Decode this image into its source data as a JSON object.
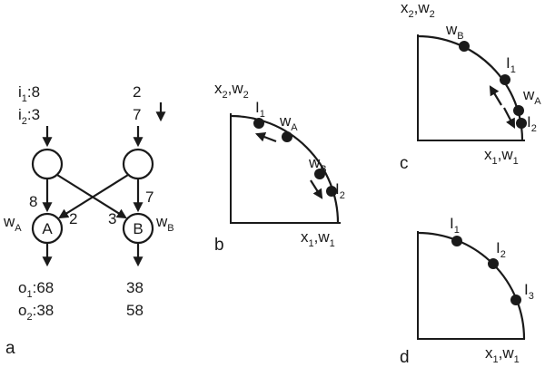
{
  "panels": {
    "a": {
      "letter": "a",
      "input_left": {
        "i1": "i",
        "i1_sub": "1",
        "i1_val": ":8",
        "i2": "i",
        "i2_sub": "2",
        "i2_val": ":3"
      },
      "input_right": {
        "top": "2",
        "bottom": "7"
      },
      "weights_left": {
        "w": "w",
        "w_sub": "A",
        "to_A": "8",
        "cross": "2"
      },
      "weights_right": {
        "w": "w",
        "w_sub": "B",
        "to_B": "7",
        "cross": "3"
      },
      "node_A": "A",
      "node_B": "B",
      "outputs_left": {
        "o1": "o",
        "o1_sub": "1",
        "o1_val": ":68",
        "o2": "o",
        "o2_sub": "2",
        "o2_val": ":38"
      },
      "outputs_right": {
        "top": "38",
        "bottom": "58"
      }
    },
    "b": {
      "letter": "b",
      "y_axis": {
        "x": "x",
        "x_sub": "2",
        "sep": ",",
        "w": "w",
        "w_sub": "2"
      },
      "x_axis": {
        "x": "x",
        "x_sub": "1",
        "sep": ",",
        "w": "w",
        "w_sub": "1"
      },
      "points": [
        {
          "name": "I",
          "sub": "1"
        },
        {
          "name": "w",
          "sub": "A"
        },
        {
          "name": "w",
          "sub": "B"
        },
        {
          "name": "I",
          "sub": "2"
        }
      ]
    },
    "c": {
      "letter": "c",
      "y_axis": {
        "x": "x",
        "x_sub": "2",
        "sep": ",",
        "w": "w",
        "w_sub": "2"
      },
      "x_axis": {
        "x": "x",
        "x_sub": "1",
        "sep": ",",
        "w": "w",
        "w_sub": "1"
      },
      "points": [
        {
          "name": "w",
          "sub": "B"
        },
        {
          "name": "I",
          "sub": "1"
        },
        {
          "name": "w",
          "sub": "A"
        },
        {
          "name": "I",
          "sub": "2"
        }
      ]
    },
    "d": {
      "letter": "d",
      "x_axis": {
        "x": "x",
        "x_sub": "1",
        "sep": ",",
        "w": "w",
        "w_sub": "1"
      },
      "points": [
        {
          "name": "I",
          "sub": "1"
        },
        {
          "name": "I",
          "sub": "2"
        },
        {
          "name": "I",
          "sub": "3"
        }
      ]
    }
  }
}
